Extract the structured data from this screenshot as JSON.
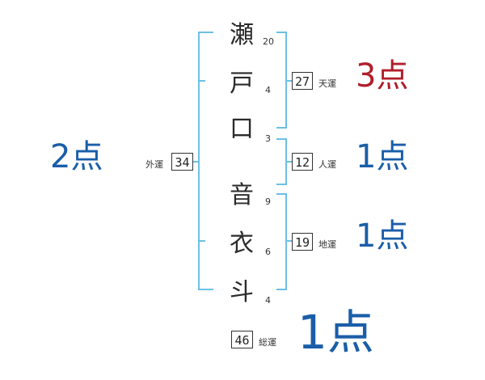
{
  "name_chars": [
    {
      "char": "瀬",
      "strokes": "20"
    },
    {
      "char": "戸",
      "strokes": "4"
    },
    {
      "char": "口",
      "strokes": "3"
    },
    {
      "char": "音",
      "strokes": "9"
    },
    {
      "char": "衣",
      "strokes": "6"
    },
    {
      "char": "斗",
      "strokes": "4"
    }
  ],
  "unkaku": {
    "gaikaku": {
      "value": "34",
      "label": "外運",
      "score": "2点",
      "color": "#1a5ea8"
    },
    "tenkaku": {
      "value": "27",
      "label": "天運",
      "score": "3点",
      "color": "#b01e2a"
    },
    "jinkaku": {
      "value": "12",
      "label": "人運",
      "score": "1点",
      "color": "#1a5ea8"
    },
    "chikaku": {
      "value": "19",
      "label": "地運",
      "score": "1点",
      "color": "#1a5ea8"
    },
    "soukaku": {
      "value": "46",
      "label": "総運",
      "score": "1点",
      "color": "#1a5ea8"
    }
  },
  "colors": {
    "bracket": "#6cc0e6"
  }
}
